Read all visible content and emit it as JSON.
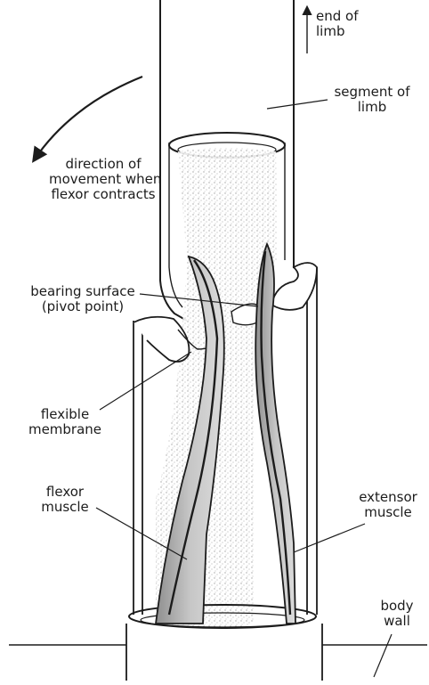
{
  "labels": {
    "end_of_limb": [
      "end of",
      "limb"
    ],
    "segment_of_limb": [
      "segment of",
      "limb"
    ],
    "direction": [
      "direction of",
      "movement when",
      "flexor contracts"
    ],
    "bearing_surface": [
      "bearing surface",
      "(pivot point)"
    ],
    "flexible_membrane": [
      "flexible",
      "membrane"
    ],
    "flexor_muscle": [
      "flexor",
      "muscle"
    ],
    "extensor_muscle": [
      "extensor",
      "muscle"
    ],
    "body_wall": [
      "body",
      "wall"
    ]
  },
  "colors": {
    "ink": "#1c1c1c",
    "tissue_shading": "#c9c9c9",
    "muscle_fill": "#b8b8b8",
    "paper": "#ffffff"
  }
}
